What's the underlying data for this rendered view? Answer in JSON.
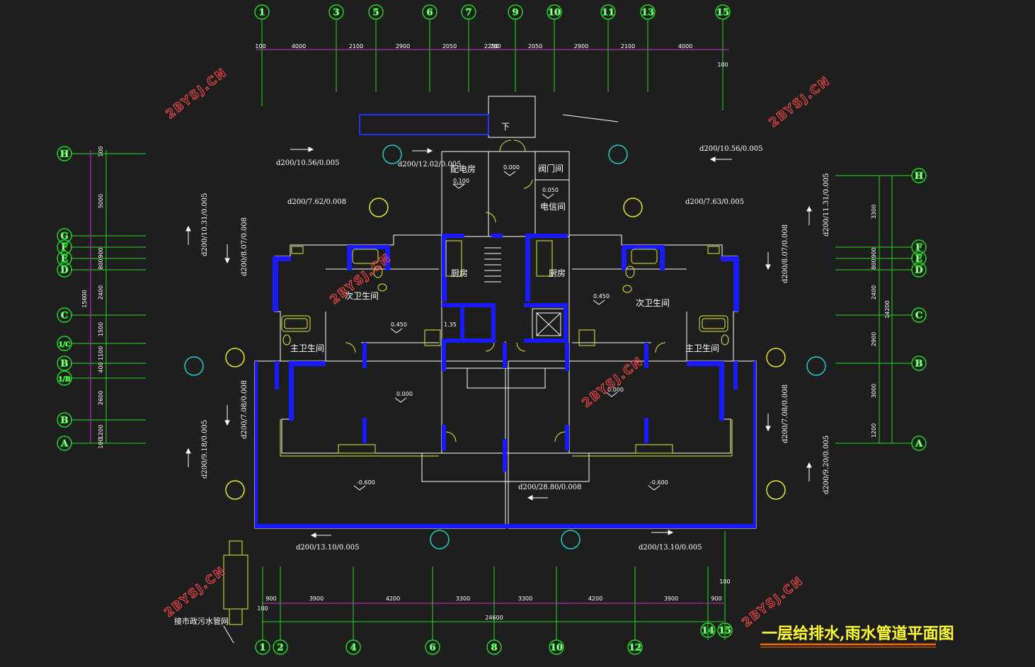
{
  "drawing_title": "一层给排水,雨水管道平面图",
  "colors": {
    "background": "#1e1e1e",
    "axis_grid": "#22dd22",
    "dimension_line": "#cc33cc",
    "wall": "#1a1aff",
    "fixture": "#e6e633",
    "riser_rain": "#22cccc",
    "riser_yellow": "#e6e633",
    "watermark": "#ff4a4a",
    "title": "#ffff33"
  },
  "axes": {
    "top_columns": [
      "1",
      "3",
      "5",
      "6",
      "7",
      "9",
      "10",
      "11",
      "13",
      "15"
    ],
    "top_dims": [
      "100",
      "4000",
      "2100",
      "2900",
      "2050",
      "2250",
      "200",
      "2050",
      "2900",
      "2100",
      "4000"
    ],
    "top_end_dim": "100",
    "bottom_columns": [
      "1",
      "2",
      "4",
      "6",
      "8",
      "10",
      "12",
      "14",
      "15"
    ],
    "bottom_dims": [
      "900",
      "3900",
      "4200",
      "3300",
      "3300",
      "4200",
      "3900",
      "900"
    ],
    "bottom_total": "24600",
    "bottom_left_dim": "100",
    "bottom_right_dim": "100",
    "left_rows": [
      "H",
      "G",
      "F",
      "E",
      "D",
      "C",
      "1/C",
      "B",
      "1/B",
      "B",
      "A"
    ],
    "left_dims": [
      "100",
      "5000",
      "900",
      "800",
      "2400",
      "1500",
      "1100",
      "400",
      "2600",
      "1200",
      "100"
    ],
    "left_total": "15600",
    "right_rows": [
      "H",
      "F",
      "E",
      "D",
      "C",
      "B",
      "A"
    ],
    "right_dims": [
      "3300",
      "900",
      "800",
      "2400",
      "2900",
      "3000",
      "1200"
    ],
    "right_total": "14200"
  },
  "pipes": {
    "p1": "d200/10.56/0.005",
    "p2": "d200/12.02/0.005",
    "p3": "d200/10.56/0.005",
    "p4": "d200/7.62/0.008",
    "p5": "d200/7.63/0.005",
    "p6": "d200/10.31/0.005",
    "p7": "d200/8.07/0.008",
    "p8": "d200/11.31/0.005",
    "p9": "d200/8.07/0.008",
    "p10": "d200/7.08/0.008",
    "p11": "d200/9.18/0.005",
    "p12": "d200/7.08/0.008",
    "p13": "d200/9.20/0.005",
    "p14": "d200/28.80/0.008",
    "p15": "d200/13.10/0.005",
    "p16": "d200/13.10/0.005"
  },
  "rooms": {
    "distribution": "配电房",
    "valve": "阀门间",
    "telecom": "电信间",
    "kitchen_l": "厨房",
    "kitchen_r": "厨房",
    "second_bath_l": "次卫生间",
    "second_bath_r": "次卫生间",
    "master_bath_l": "主卫生间",
    "master_bath_r": "主卫生间",
    "stair_down": "下"
  },
  "levels": {
    "lv_dist": "0.100",
    "lv_hall": "0.000",
    "lv_tel": "0.050",
    "lv_l_bath": "0.450",
    "lv_r_bath": "0.450",
    "lv_stair": "1.35",
    "lv_liv_l": "0.000",
    "lv_liv_r": "0.000",
    "lv_bal_l": "-0.600",
    "lv_bal_r": "-0.600"
  },
  "valve_label": "接市政污水管网",
  "watermark": "2BYSJ.CN"
}
